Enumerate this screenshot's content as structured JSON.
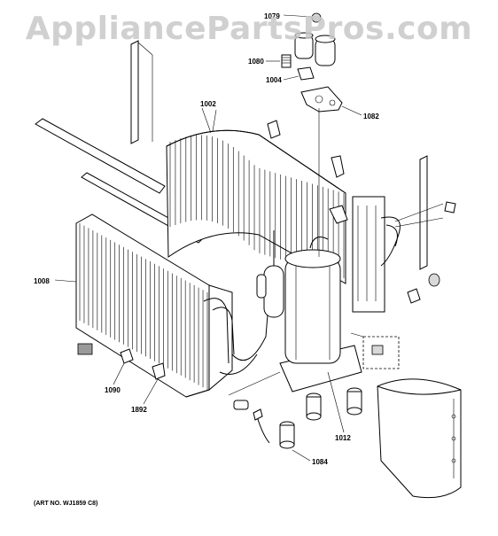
{
  "watermark": "AppliancePartsPros.com",
  "art_number": "(ART NO. WJ1859 C8)",
  "labels": {
    "p1079": "1079",
    "p1080": "1080",
    "p1004": "1004",
    "p1082": "1082",
    "p1002": "1002",
    "p1008": "1008",
    "p1090": "1090",
    "p1892": "1892",
    "p1012": "1012",
    "p1084": "1084"
  }
}
